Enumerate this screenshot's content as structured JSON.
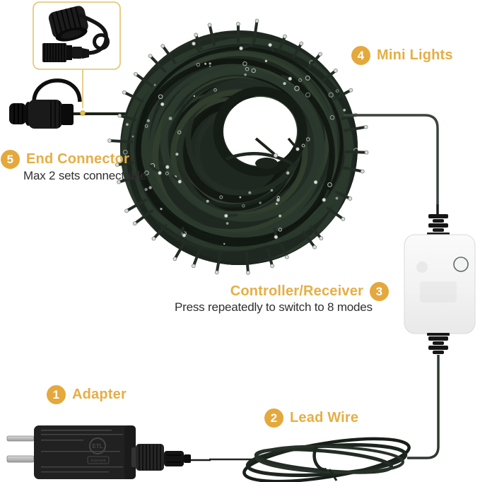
{
  "colors": {
    "accent": "#E4A83C",
    "accent_text": "#E6AE44",
    "dark_text": "#2F2F2F",
    "callout": "#E3C269",
    "bg": "#FFFFFF"
  },
  "labels": {
    "adapter": {
      "number": "1",
      "title": "Adapter"
    },
    "lead_wire": {
      "number": "2",
      "title": "Lead Wire"
    },
    "controller": {
      "number": "3",
      "title": "Controller/Receiver",
      "subtitle": "Press repeatedly to switch to 8 modes"
    },
    "mini_lights": {
      "number": "4",
      "title": "Mini Lights"
    },
    "end_connector": {
      "number": "5",
      "title": "End Connector",
      "subtitle": "Max 2 sets connectable"
    }
  },
  "adapter_print": {
    "logo": "ETL",
    "brand": "Intertek"
  }
}
